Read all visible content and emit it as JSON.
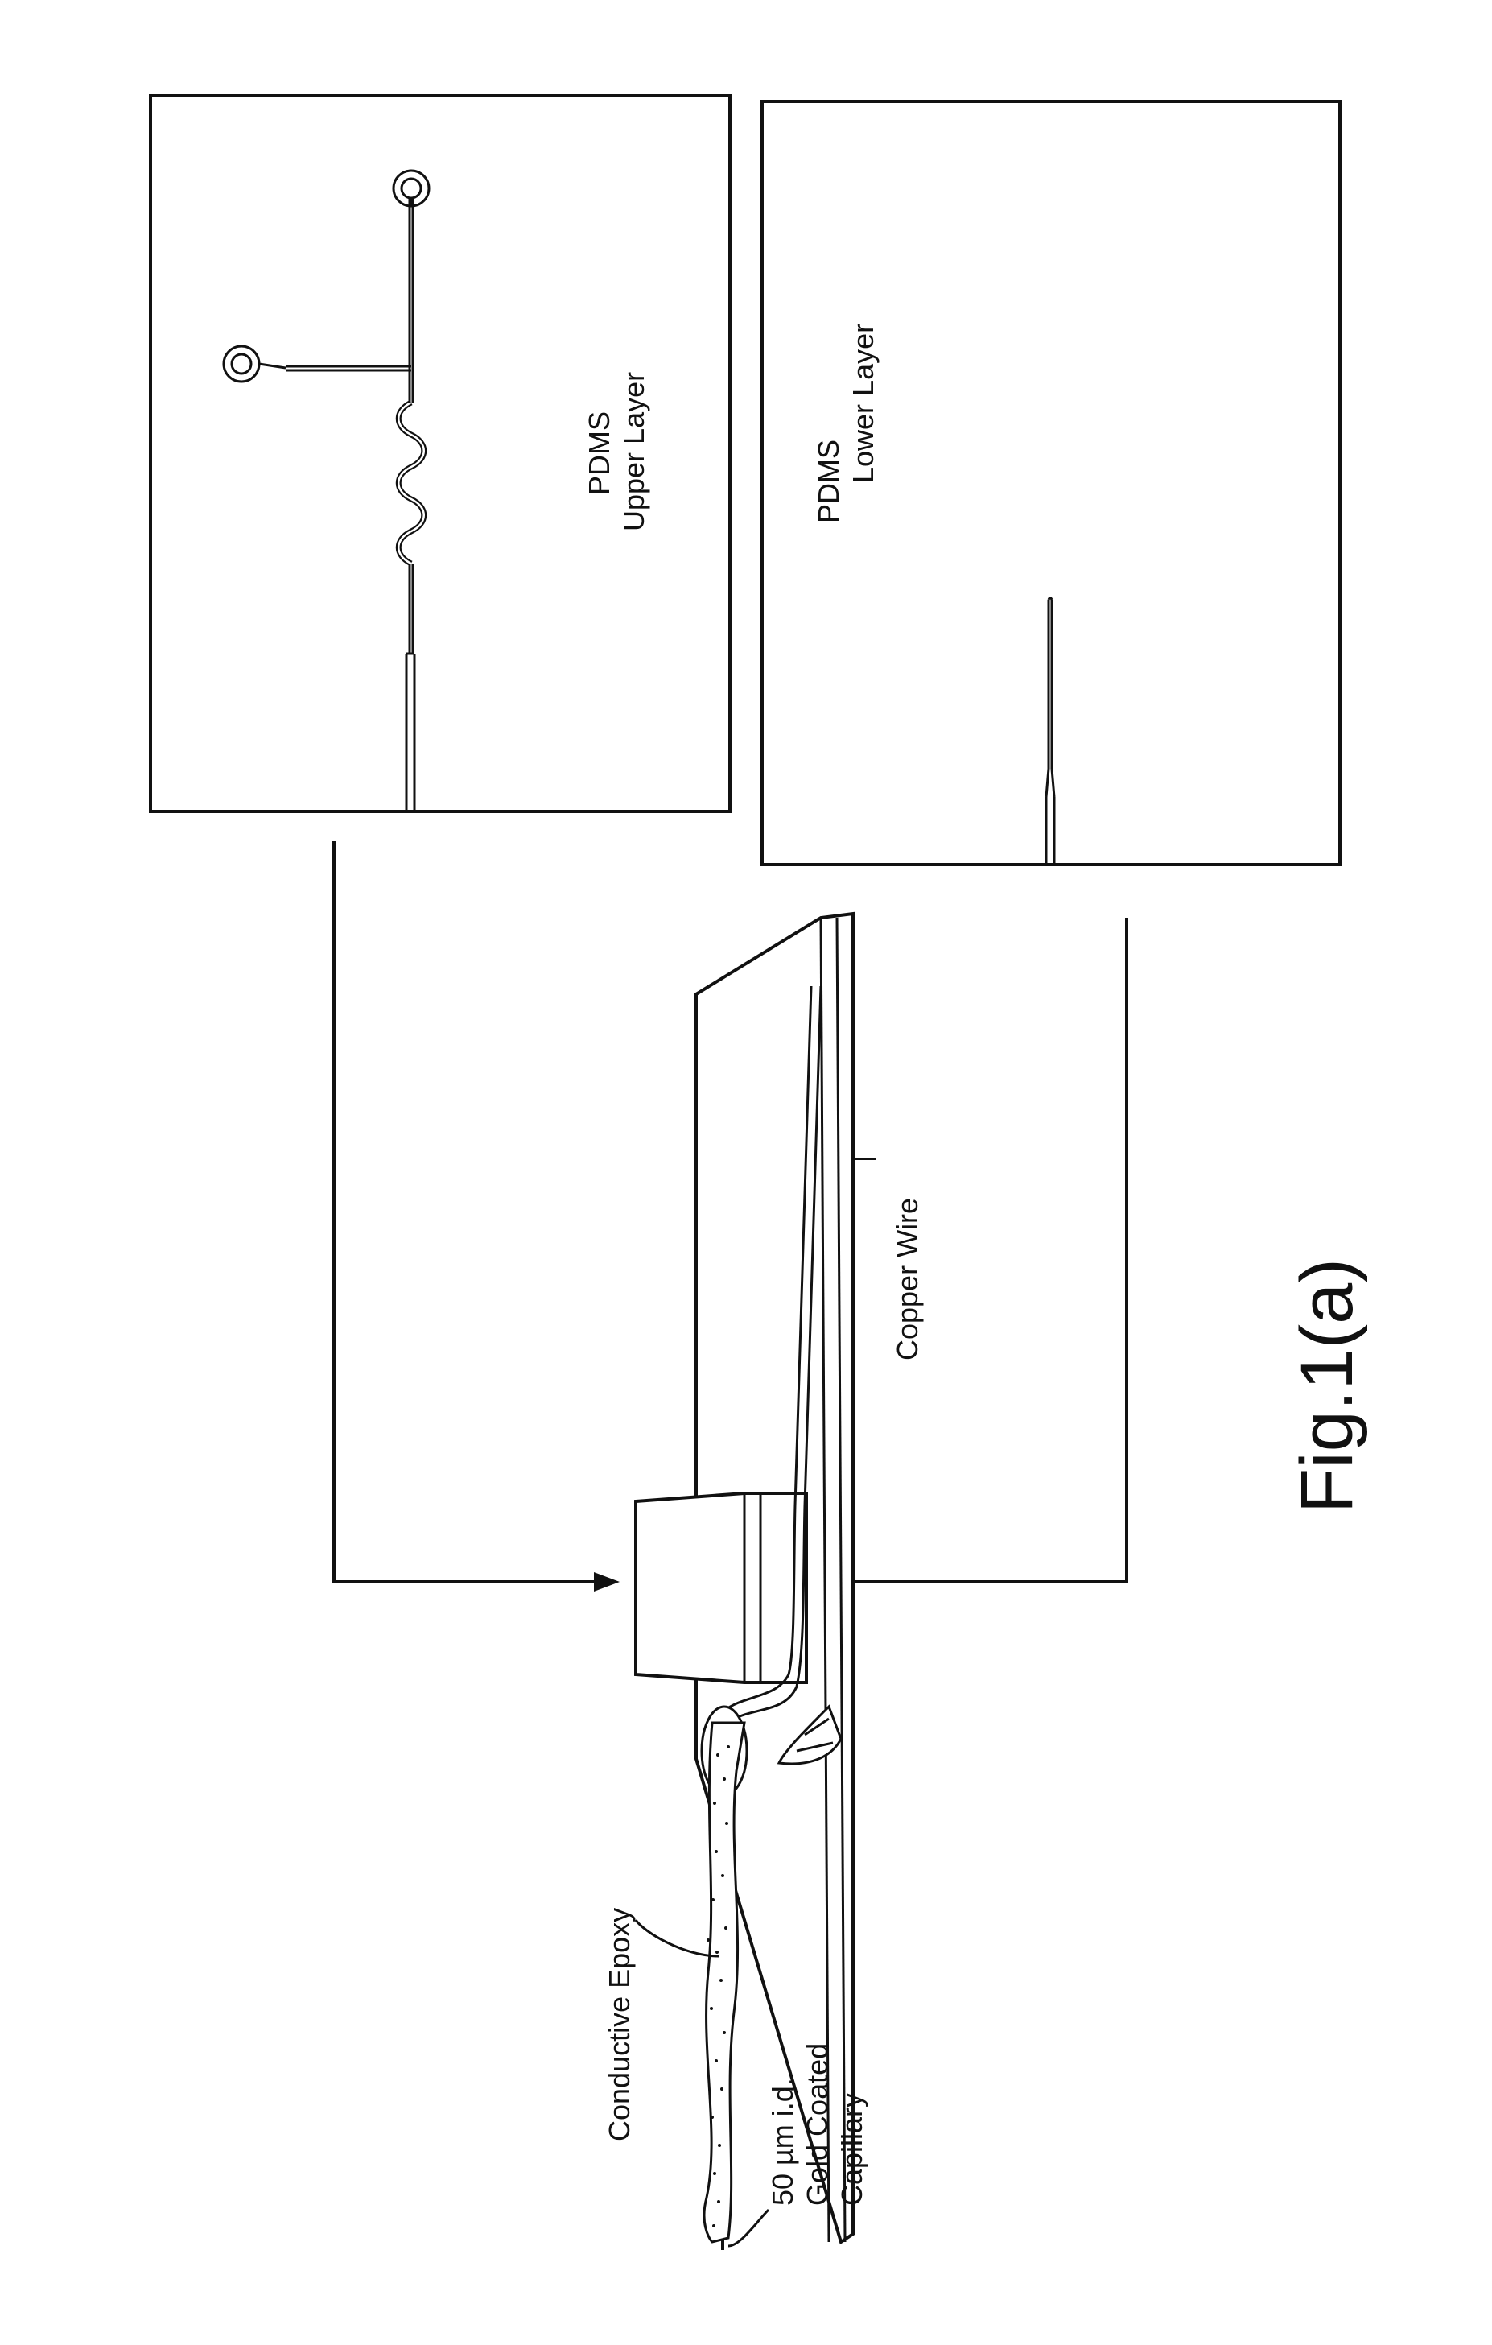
{
  "figure": {
    "caption": "Fig.1(a)"
  },
  "labels": {
    "upper_layer": [
      "PDMS",
      "Upper Layer"
    ],
    "lower_layer": [
      "PDMS",
      "Lower Layer"
    ],
    "copper_wire": "Copper Wire",
    "conductive_epoxy": "Conductive Epoxy",
    "capillary": [
      "50 µm i.d.",
      "Gold Coated",
      "Capillary"
    ]
  }
}
